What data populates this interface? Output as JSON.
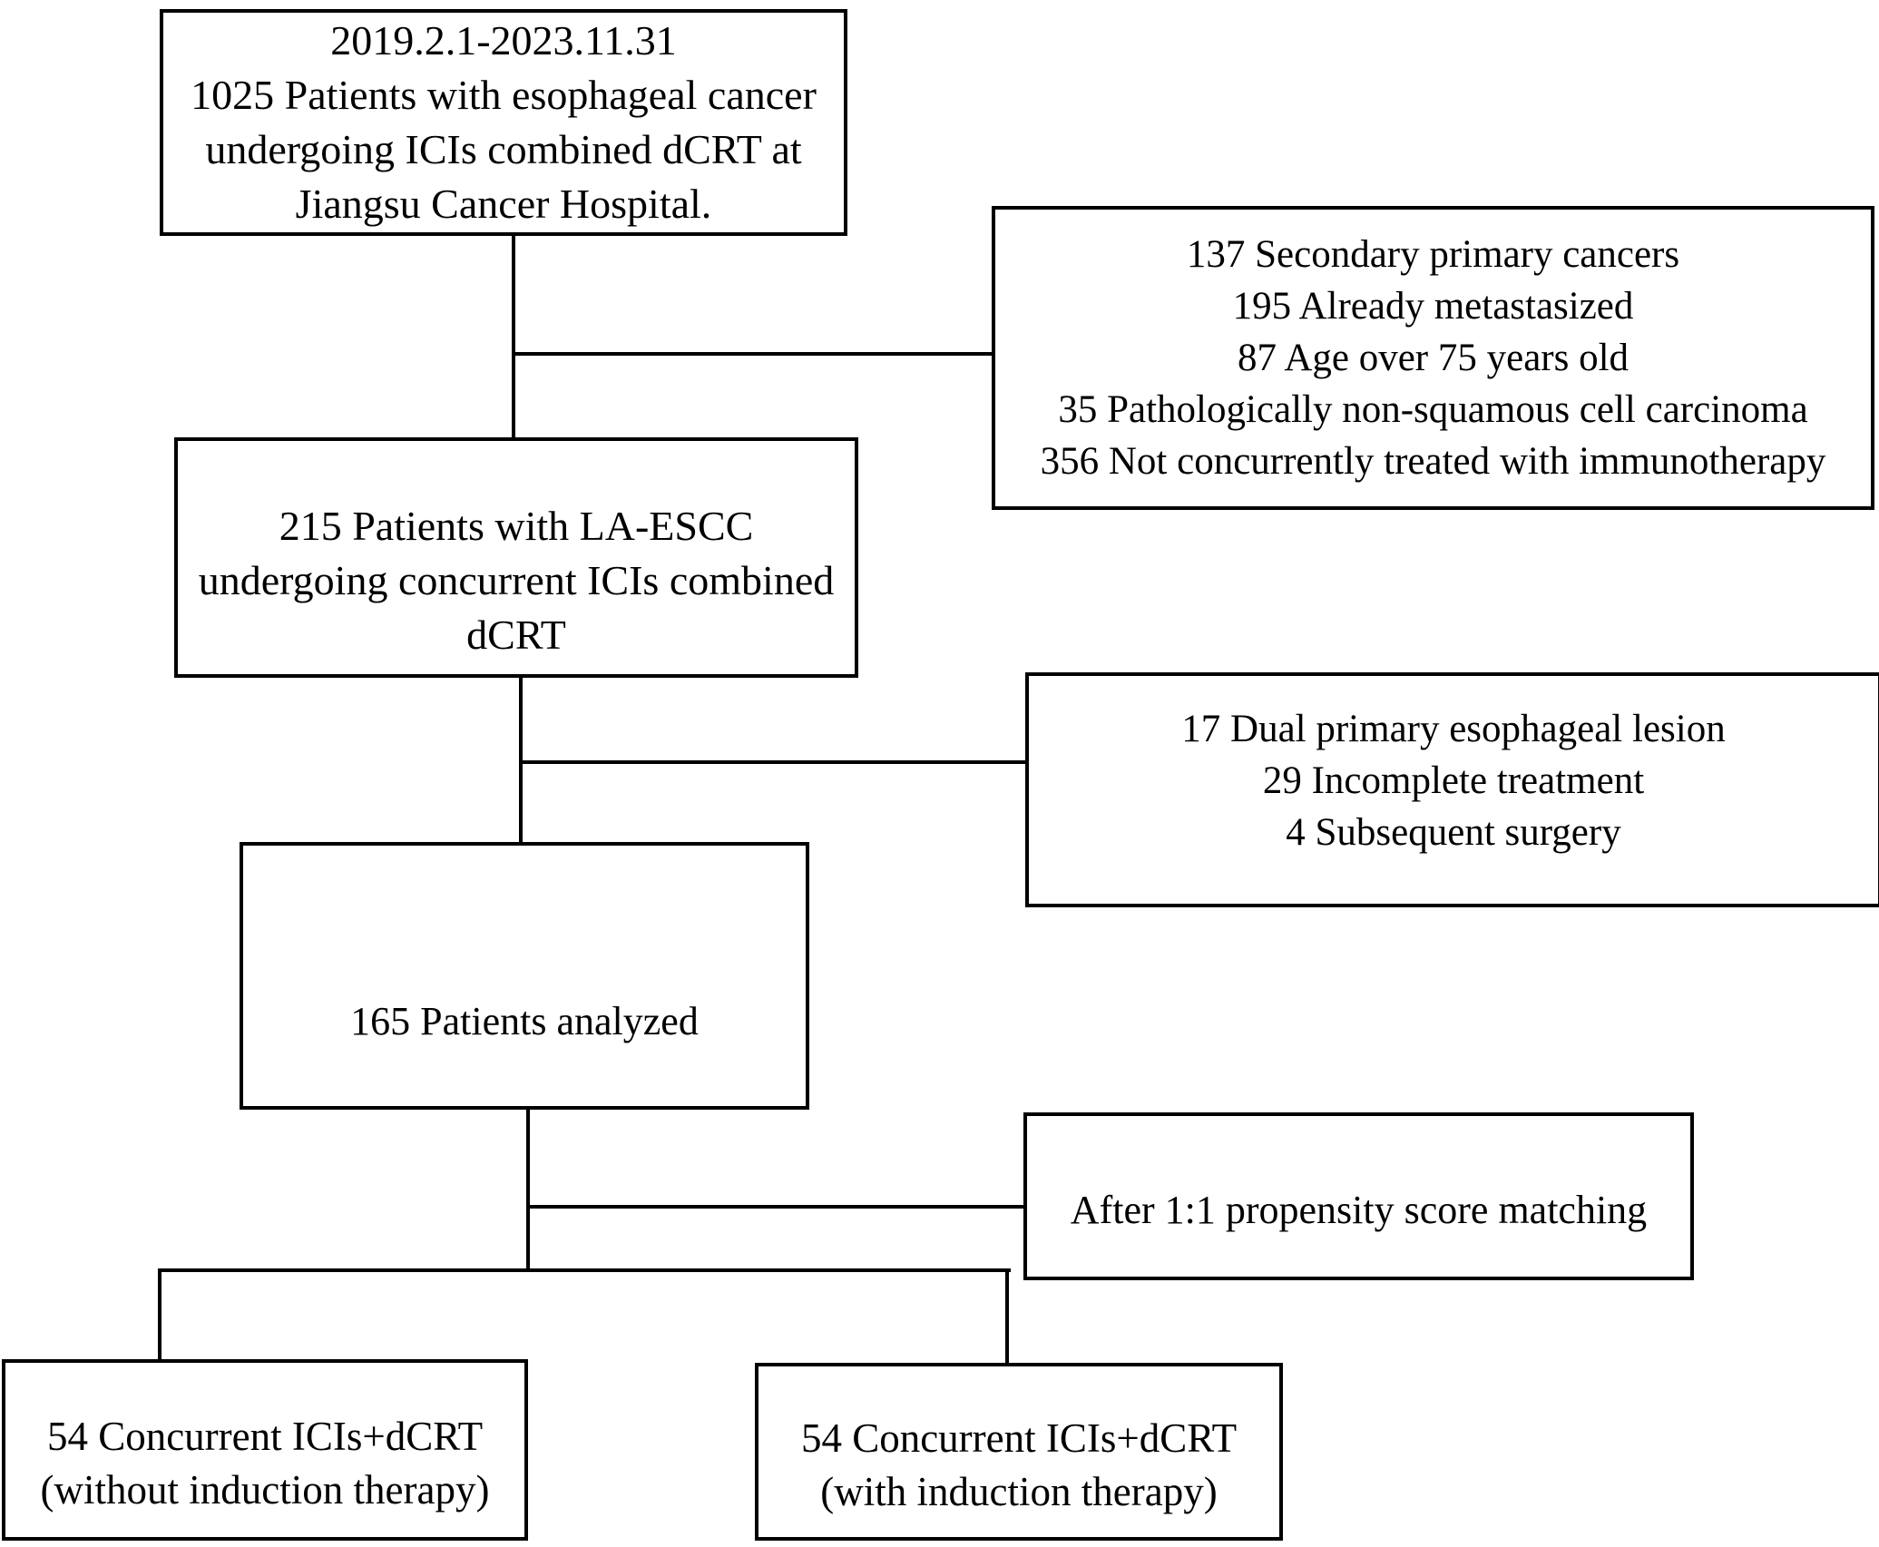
{
  "figure": {
    "type": "patient-flow-diagram",
    "colors": {
      "line": "#000000",
      "text": "#000000",
      "background": "#ffffff"
    },
    "boxes": {
      "source": {
        "lines": [
          "2019.2.1-2023.11.31",
          "1025 Patients with esophageal cancer",
          "undergoing ICIs combined dCRT at",
          "Jiangsu Cancer Hospital."
        ]
      },
      "exclusions_1": {
        "lines": [
          "137 Secondary primary cancers",
          "195 Already metastasized",
          "87 Age over 75 years old",
          "35 Pathologically non-squamous cell carcinoma",
          "356 Not concurrently treated with immunotherapy"
        ]
      },
      "laescc": {
        "lines": [
          "215 Patients with LA-ESCC",
          "undergoing concurrent ICIs combined",
          "dCRT"
        ]
      },
      "exclusions_2": {
        "lines": [
          "17 Dual primary esophageal lesion",
          "29 Incomplete treatment",
          "4 Subsequent surgery"
        ]
      },
      "analyzed": {
        "lines": [
          "165 Patients analyzed"
        ]
      },
      "psm": {
        "lines": [
          "After 1:1 propensity score matching"
        ]
      },
      "without_induction": {
        "lines": [
          "54 Concurrent ICIs+dCRT",
          "(without induction therapy)"
        ]
      },
      "with_induction": {
        "lines": [
          "54 Concurrent ICIs+dCRT",
          "(with induction therapy)"
        ]
      }
    }
  }
}
